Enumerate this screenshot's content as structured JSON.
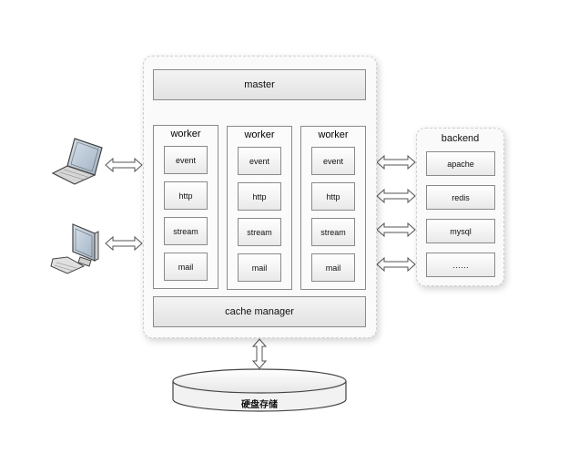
{
  "diagram": {
    "master_label": "master",
    "cache_manager_label": "cache manager",
    "workers": [
      {
        "title": "worker",
        "modules": [
          "event",
          "http",
          "stream",
          "mail"
        ]
      },
      {
        "title": "worker",
        "modules": [
          "event",
          "http",
          "stream",
          "mail"
        ]
      },
      {
        "title": "worker",
        "modules": [
          "event",
          "http",
          "stream",
          "mail"
        ]
      }
    ],
    "backend": {
      "title": "backend",
      "items": [
        "apache",
        "redis",
        "mysql",
        "……"
      ]
    },
    "storage_label": "硬盘存储",
    "clients": [
      {
        "icon": "laptop-icon"
      },
      {
        "icon": "desktop-computer-icon"
      }
    ],
    "colors": {
      "border": "#8a8a8a",
      "panel_bg": "#fafafa",
      "module_gradient_bottom": "#e9e9e9",
      "arrow": "#555555"
    }
  }
}
